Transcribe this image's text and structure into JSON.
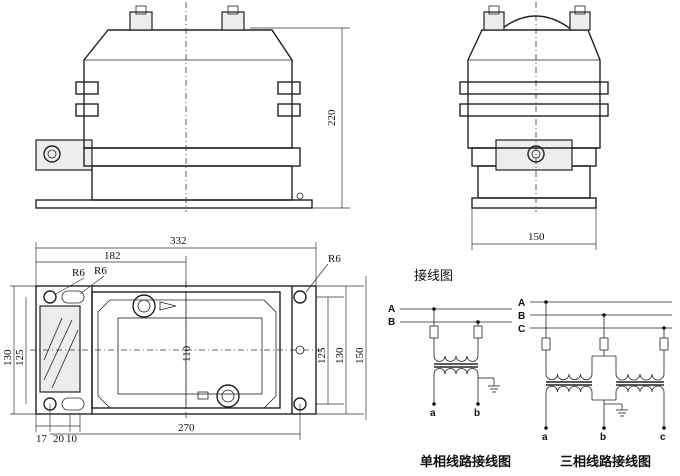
{
  "dimensions": {
    "front_height": "220",
    "side_width": "150",
    "top_overall": "332",
    "top_inner": "182",
    "radius_a": "R6",
    "radius_b": "R6",
    "radius_c": "R6",
    "left_130": "130",
    "left_125": "125",
    "center_110": "110",
    "right_125": "125",
    "right_130": "130",
    "right_150": "150",
    "bottom_17": "17",
    "bottom_20": "20",
    "bottom_10": "10",
    "bottom_270": "270"
  },
  "wiring": {
    "title": "接线图",
    "single": {
      "caption": "单相线路接线图",
      "bus_a": "A",
      "bus_b": "B",
      "out_a": "a",
      "out_b": "b"
    },
    "three": {
      "caption": "三相线路接线图",
      "bus_a": "A",
      "bus_b": "B",
      "bus_c": "C",
      "out_a": "a",
      "out_b": "b",
      "out_c": "c"
    }
  }
}
